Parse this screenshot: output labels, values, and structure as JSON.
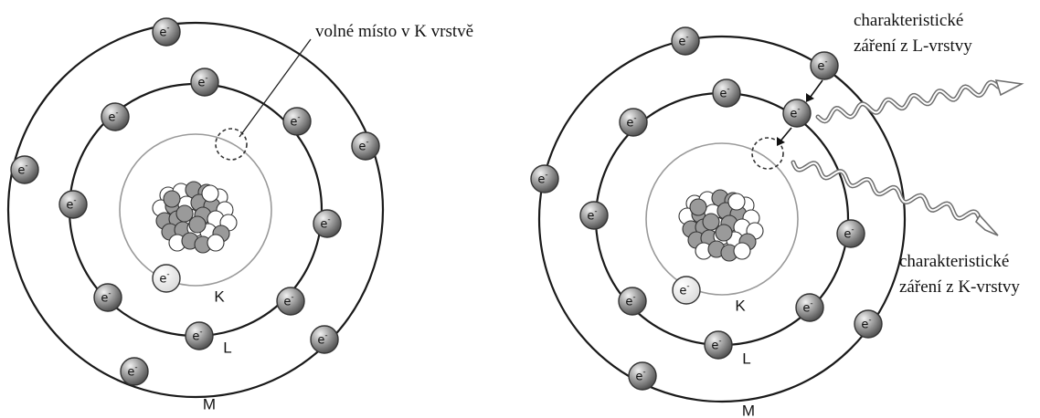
{
  "electron_symbol": "e",
  "electron_charge": "-",
  "left_atom": {
    "labels": {
      "K": "K",
      "L": "L",
      "M": "M"
    },
    "annotation": "volné místo v K vrstvě"
  },
  "right_atom": {
    "labels": {
      "K": "K",
      "L": "L",
      "M": "M"
    },
    "annotation_L_line1": "charakteristické",
    "annotation_L_line2": "záření z L-vrstvy",
    "annotation_K_line1": "charakteristické",
    "annotation_K_line2": "záření z K-vrstvy"
  },
  "colors": {
    "electron_fill": "#8c8c8c",
    "vacancy_electron_fill": "#f4f4f4",
    "nucleon_dark": "#9a9a9a",
    "nucleon_light": "#ffffff"
  }
}
